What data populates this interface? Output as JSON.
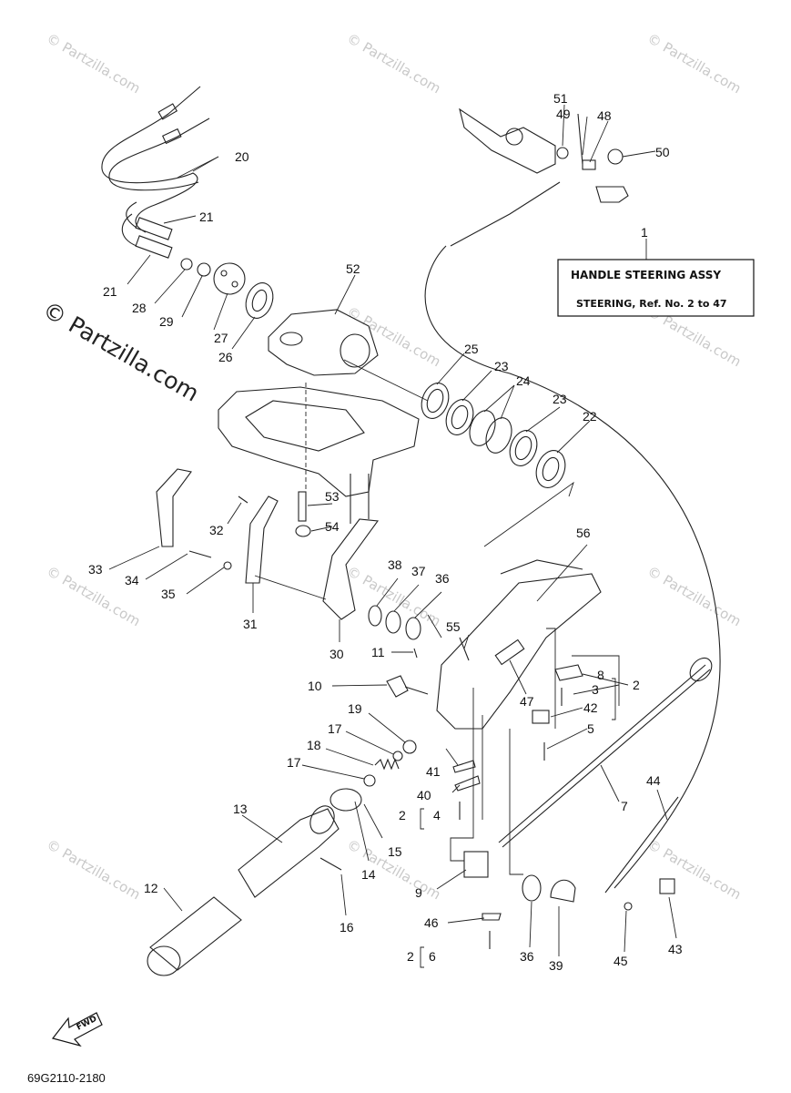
{
  "watermark_small": "© Partzilla.com",
  "watermark_large": "© Partzilla.com",
  "label_box": {
    "title": "HANDLE STEERING ASSY",
    "subtitle": "STEERING, Ref. No. 2 to 47"
  },
  "fwd_label": "FWD",
  "diagram_code": "69G2110-2180",
  "callouts": [
    "1",
    "2",
    "3",
    "4",
    "5",
    "6",
    "7",
    "8",
    "9",
    "10",
    "11",
    "12",
    "13",
    "14",
    "15",
    "16",
    "17",
    "17",
    "18",
    "19",
    "20",
    "21",
    "21",
    "22",
    "23",
    "23",
    "24",
    "25",
    "26",
    "27",
    "28",
    "29",
    "30",
    "31",
    "32",
    "33",
    "34",
    "35",
    "36",
    "36",
    "37",
    "38",
    "39",
    "40",
    "41",
    "42",
    "43",
    "44",
    "45",
    "46",
    "47",
    "48",
    "49",
    "50",
    "51",
    "52",
    "53",
    "54",
    "55",
    "56",
    "2",
    "2",
    "2"
  ]
}
